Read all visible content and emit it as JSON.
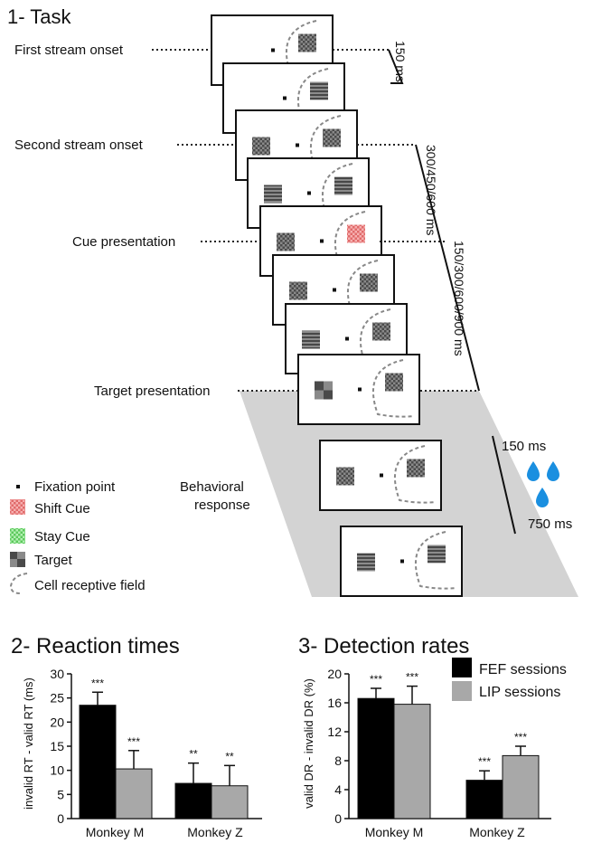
{
  "panel1": {
    "title": "1- Task",
    "events": {
      "first_stream_onset": "First stream onset",
      "second_stream_onset": "Second stream onset",
      "cue_presentation": "Cue presentation",
      "target_presentation": "Target presentation",
      "behavioral_response_line1": "Behavioral",
      "behavioral_response_line2": "response"
    },
    "timings": {
      "t1": "150 ms",
      "t2": "300/450/600 ms",
      "t3": "150/300/600/900 ms",
      "t4": "150 ms",
      "t5": "750 ms"
    },
    "legend": {
      "fixation": "Fixation point",
      "shift_cue": "Shift Cue",
      "stay_cue": "Stay Cue",
      "target": "Target",
      "rf": "Cell receptive field"
    },
    "colors": {
      "shift_cue": "#f08080",
      "stay_cue": "#7fdc7f",
      "stimulus": "#6b6b6b",
      "reward": "#1a8fe0",
      "response_area": "#d3d3d3"
    }
  },
  "chart_data": [
    {
      "type": "bar",
      "title": "2- Reaction times",
      "ylabel": "invalid RT - valid RT (ms)",
      "categories": [
        "Monkey M",
        "Monkey Z"
      ],
      "ylim": [
        0,
        30
      ],
      "yticks": [
        0,
        5,
        10,
        15,
        20,
        25,
        30
      ],
      "series": [
        {
          "name": "FEF sessions",
          "color": "#000000",
          "values": [
            23.5,
            7.3
          ],
          "errors": [
            2.7,
            4.2
          ],
          "significance": [
            "***",
            "**"
          ]
        },
        {
          "name": "LIP sessions",
          "color": "#a8a8a8",
          "values": [
            10.3,
            6.8
          ],
          "errors": [
            3.8,
            4.2
          ],
          "significance": [
            "***",
            "**"
          ]
        }
      ]
    },
    {
      "type": "bar",
      "title": "3- Detection rates",
      "ylabel": "valid DR - invalid DR (%)",
      "categories": [
        "Monkey M",
        "Monkey Z"
      ],
      "ylim": [
        0,
        20
      ],
      "yticks": [
        0,
        4,
        8,
        12,
        16,
        20
      ],
      "legend": "top-right",
      "series": [
        {
          "name": "FEF sessions",
          "color": "#000000",
          "values": [
            16.6,
            5.3
          ],
          "errors": [
            1.4,
            1.3
          ],
          "significance": [
            "***",
            "***"
          ]
        },
        {
          "name": "LIP sessions",
          "color": "#a8a8a8",
          "values": [
            15.8,
            8.7
          ],
          "errors": [
            2.5,
            1.3
          ],
          "significance": [
            "***",
            "***"
          ]
        }
      ]
    }
  ]
}
